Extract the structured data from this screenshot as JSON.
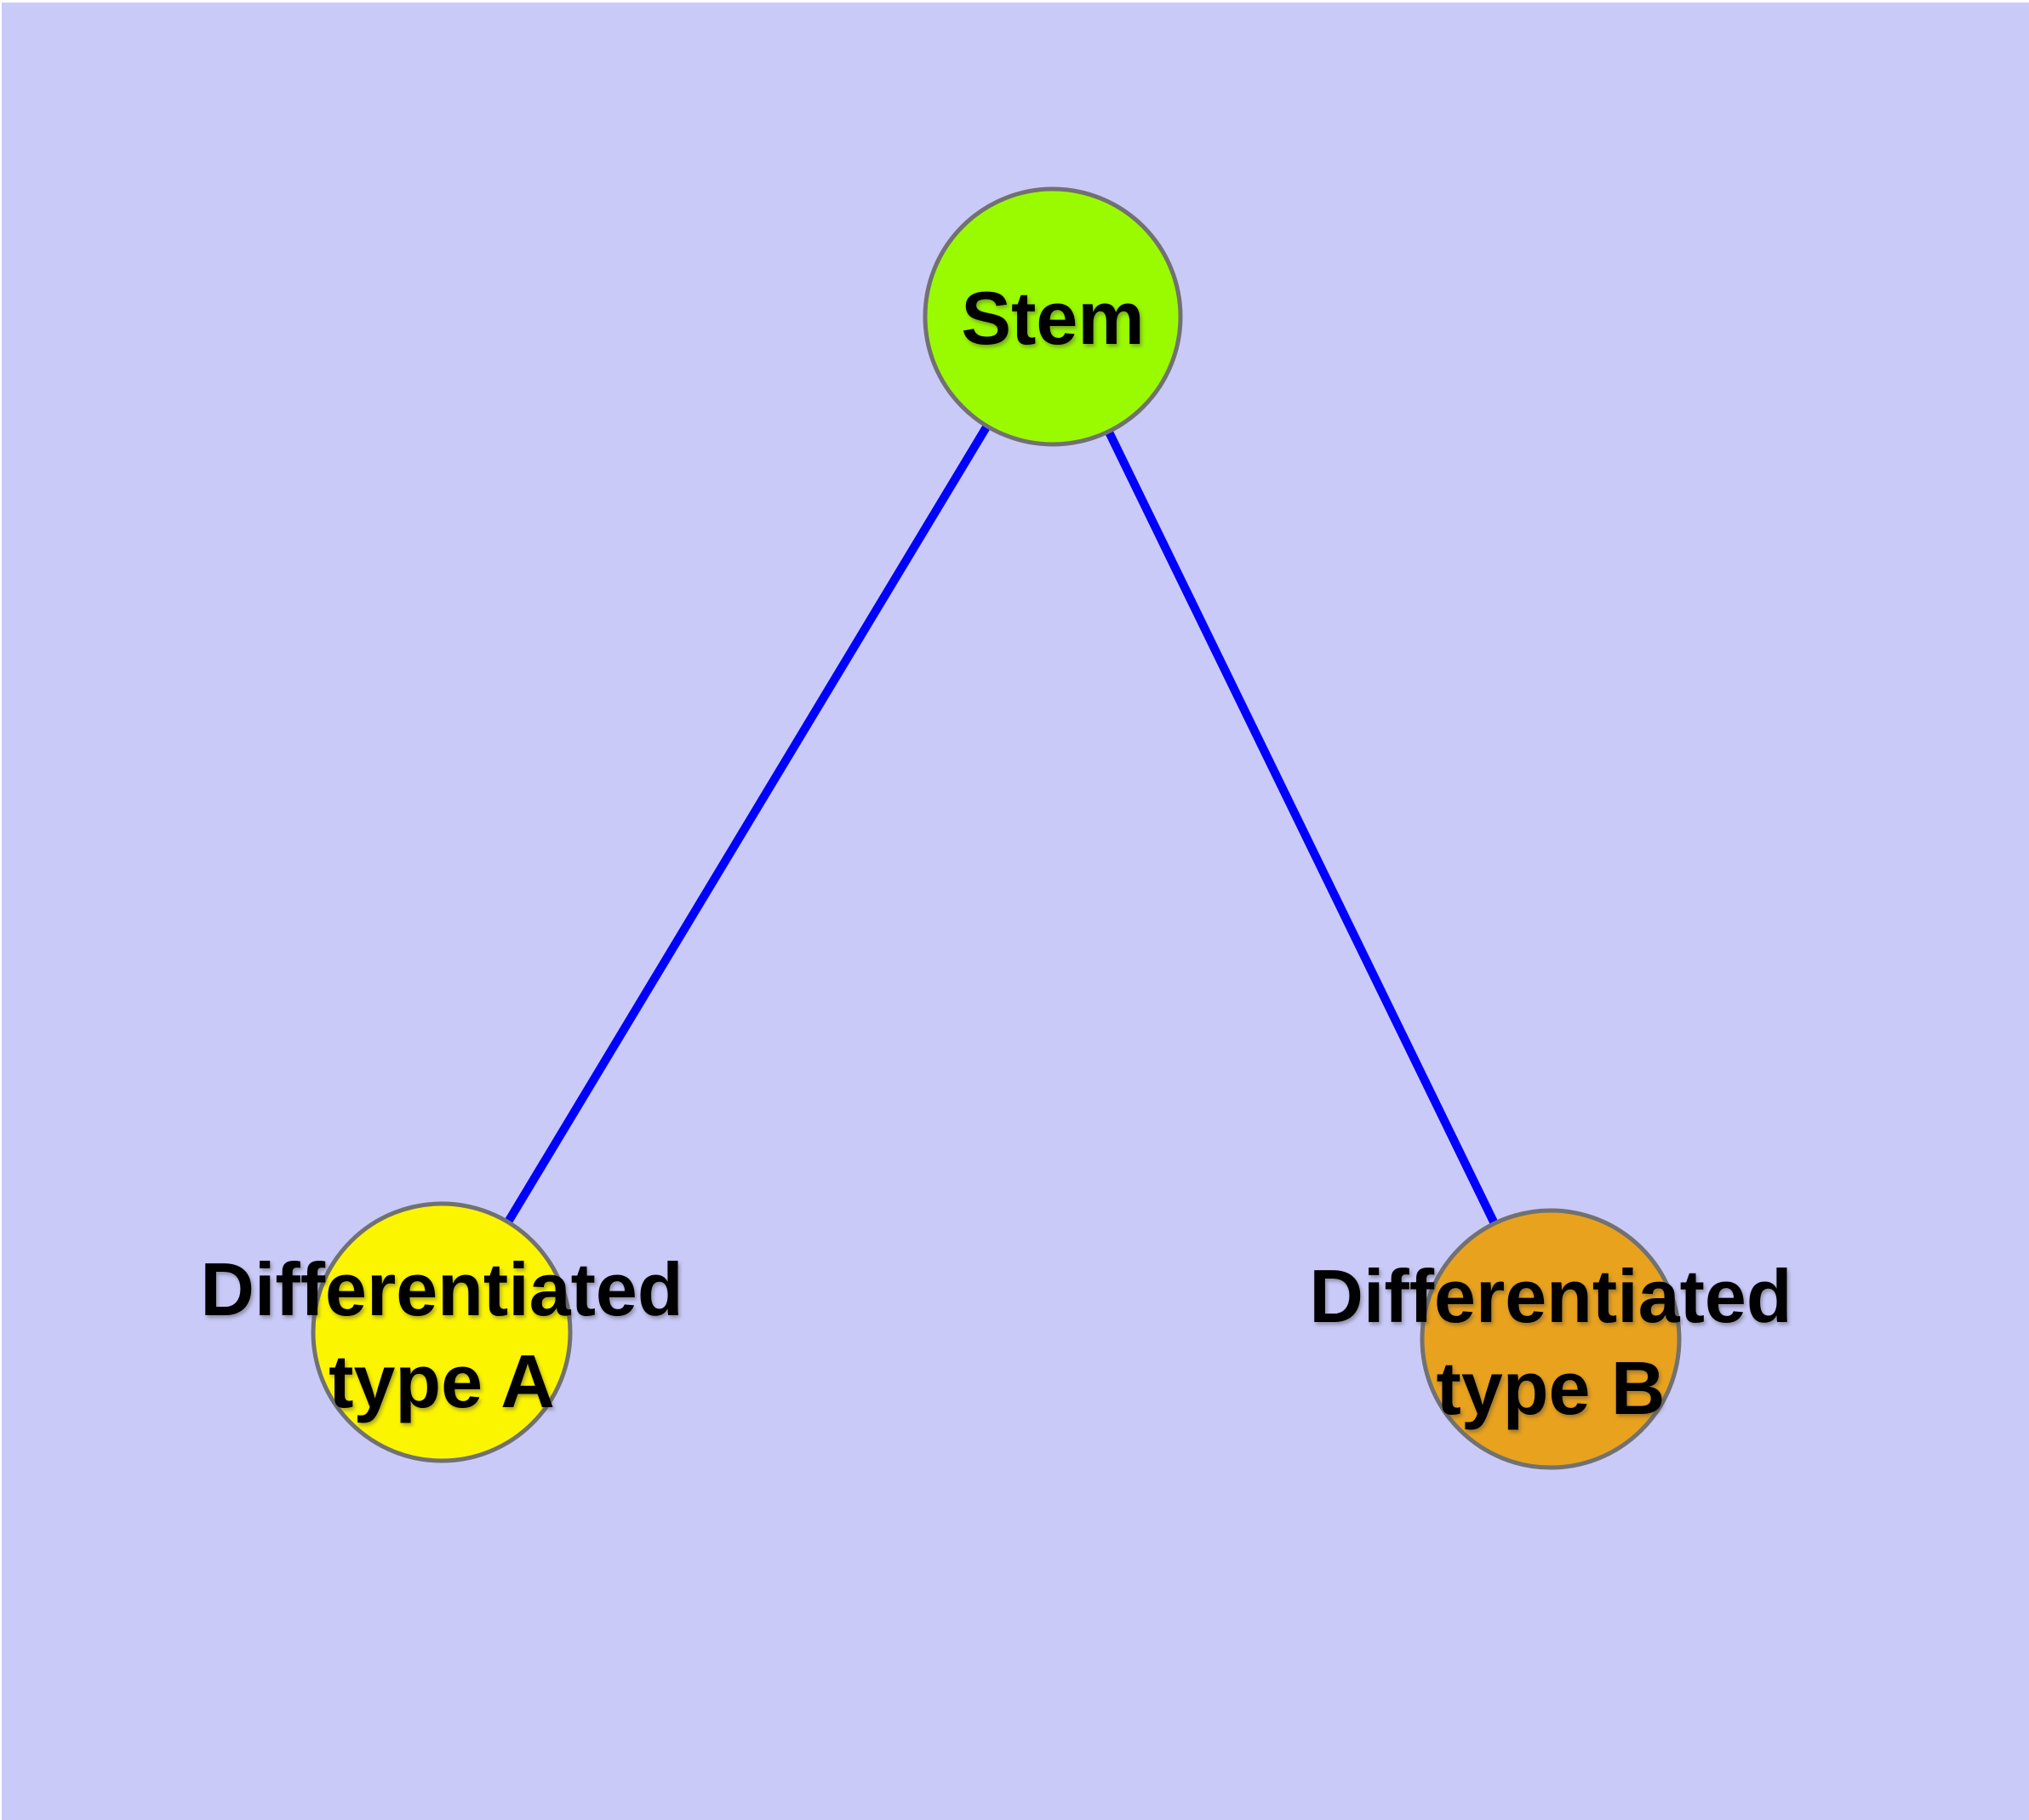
{
  "diagram": {
    "background_color": "#CACAF9",
    "edge_color": "#0000FF",
    "node_border_color": "#717171",
    "label_color": "#000000",
    "nodes": [
      {
        "id": "stem",
        "label": "Stem",
        "color": "#9AFB00"
      },
      {
        "id": "differentiated-type-a",
        "label_line1": "Differentiated",
        "label_line2": "type A",
        "color": "#FCF500"
      },
      {
        "id": "differentiated-type-b",
        "label_line1": "Differentiated",
        "label_line2": "type B",
        "color": "#E8A21E"
      }
    ],
    "edges": [
      {
        "from": "Stem",
        "to": "Differentiated type A"
      },
      {
        "from": "Stem",
        "to": "Differentiated type B"
      }
    ]
  }
}
